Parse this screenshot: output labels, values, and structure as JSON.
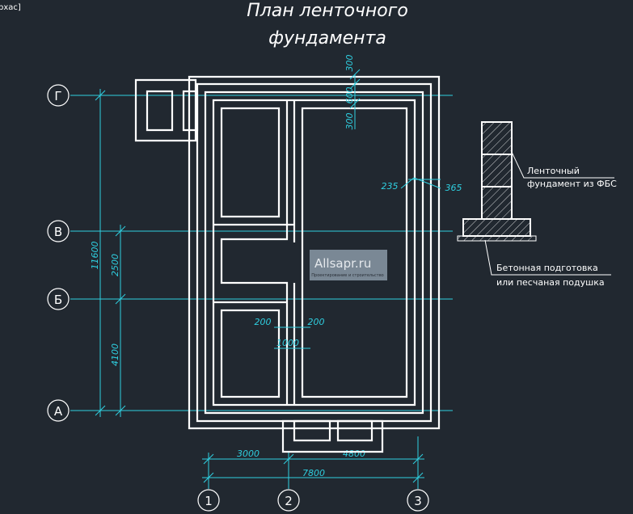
{
  "viewport": {
    "label": "рхас]"
  },
  "title": {
    "line1": "План ленточного",
    "line2": "фундамента"
  },
  "axes": {
    "rows": [
      "Г",
      "В",
      "Б",
      "А"
    ],
    "cols": [
      "1",
      "2",
      "3"
    ]
  },
  "dimensions": {
    "total_height": "11600",
    "seg_upper": "2500",
    "seg_lower": "4100",
    "bottom_left": "3000",
    "bottom_right": "4800",
    "bottom_total": "7800",
    "top_300a": "300",
    "top_600": "600",
    "top_300b": "300",
    "wall_235": "235",
    "wall_365": "365",
    "w_200_left": "200",
    "w_200_right": "200",
    "w_1000": "1000"
  },
  "section_notes": {
    "fbs_line1": "Ленточный",
    "fbs_line2": "фундамент из ФБС",
    "base_line1": "Бетонная подготовка",
    "base_line2": "или песчаная подушка"
  },
  "watermark": {
    "main": "Allsapr.ru",
    "sub": "Проектирование и строительство"
  },
  "colors": {
    "background": "#212830",
    "lines": "#FFFFFF",
    "dims": "#00E5E5",
    "watermark_bg": "#7A8895"
  }
}
